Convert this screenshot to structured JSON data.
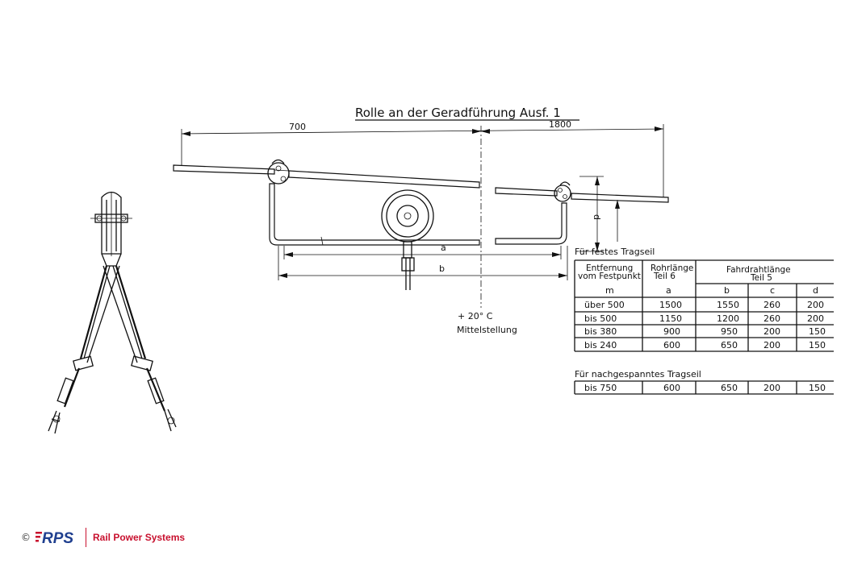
{
  "title": "Rolle an der Geradführung  Ausf. 1",
  "dimensions": {
    "left": "700",
    "right": "1800",
    "a": "a",
    "b": "b",
    "d": "d"
  },
  "centerline_note": {
    "temp": "+ 20° C",
    "label": "Mittelstellung"
  },
  "table_fixed": {
    "caption": "Für festes Tragseil",
    "header": {
      "col1_line1": "Entfernung",
      "col1_line2": "vom Festpunkt",
      "col2_line1": "Rohrlänge",
      "col2_line2": "Teil 6",
      "col3_line1": "Fahrdrahtlänge",
      "col3_line2": "Teil 5"
    },
    "subheader": [
      "m",
      "a",
      "b",
      "c",
      "d"
    ],
    "rows": [
      [
        "über  500",
        "1500",
        "1550",
        "260",
        "200"
      ],
      [
        "bis   500",
        "1150",
        "1200",
        "260",
        "200"
      ],
      [
        "bis   380",
        "900",
        "950",
        "200",
        "150"
      ],
      [
        "bis   240",
        "600",
        "650",
        "200",
        "150"
      ]
    ]
  },
  "table_tensioned": {
    "caption": "Für nachgespanntes Tragseil",
    "rows": [
      [
        "bis  750",
        "600",
        "650",
        "200",
        "150"
      ]
    ]
  },
  "footer": {
    "copyright": "©",
    "logo_text": "RPS",
    "brand": "Rail Power Systems",
    "brand_color": "#c8102e",
    "logo_color": "#1f3f8f"
  }
}
